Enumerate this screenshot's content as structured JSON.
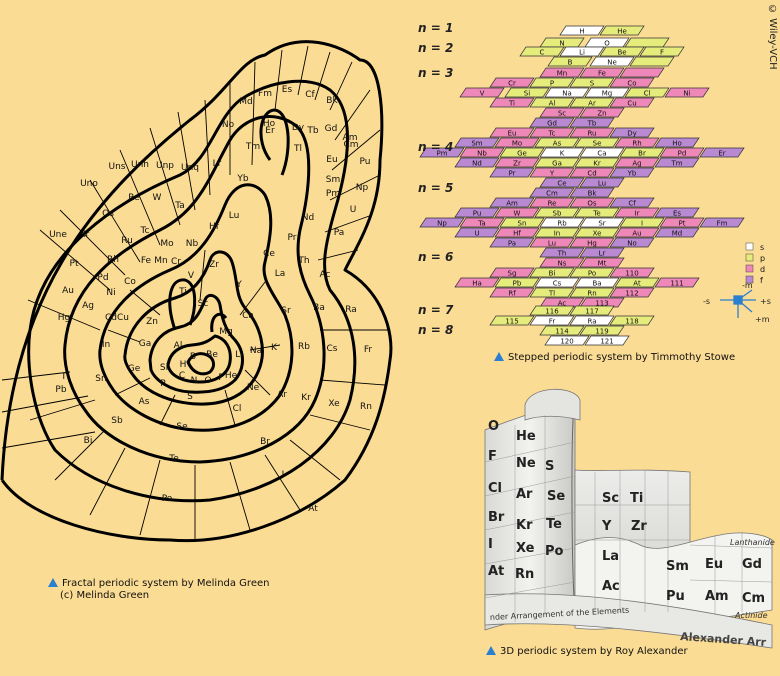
{
  "copyright": "© Wiley-VCH",
  "captions": {
    "fractal": "Fractal periodic system by Melinda Green",
    "fractal_credit": "(c) Melinda Green",
    "stepped": "Stepped periodic system by Timmothy Stowe",
    "threed": "3D periodic system by Roy Alexander"
  },
  "fractal_elements": [
    "Md",
    "Fm",
    "Es",
    "Cf",
    "Bk",
    "No",
    "Ho",
    "Dy",
    "Tb",
    "Gd",
    "Am",
    "Er",
    "Cm",
    "Tm",
    "Eu",
    "Pu",
    "Lr",
    "Yb",
    "Sm",
    "Np",
    "Uns",
    "Unh",
    "Unp",
    "Unq",
    "Pm",
    "U",
    "Uno",
    "Tl",
    "Lu",
    "Nd",
    "Pa",
    "Une",
    "Os",
    "Re",
    "W",
    "Ta",
    "Hf",
    "Pr",
    "Ir",
    "Ce",
    "Th",
    "Ru",
    "Tc",
    "Mo",
    "Nb",
    "Zr",
    "La",
    "Ac",
    "Pt",
    "Rh",
    "Fe",
    "Mn",
    "Cr",
    "V",
    "Y",
    "Pd",
    "Co",
    "Ti",
    "Au",
    "Ni",
    "Sc",
    "Ag",
    "Cu",
    "Ca",
    "Sr",
    "Ba",
    "Ra",
    "Hg",
    "Cd",
    "Zn",
    "Mg",
    "Tl",
    "In",
    "Ga",
    "Al",
    "Be",
    "Li",
    "Na",
    "K",
    "Rb",
    "Cs",
    "Fr",
    "Sn",
    "Ge",
    "Si",
    "B",
    "H",
    "He",
    "Ne",
    "Ar",
    "Kr",
    "Xe",
    "Rn",
    "Pb",
    "C",
    "N",
    "O",
    "F",
    "Cl",
    "Br",
    "I",
    "At",
    "Sb",
    "As",
    "P",
    "S",
    "Se",
    "Te",
    "Po",
    "Bi"
  ],
  "stepped": {
    "row_labels": [
      "n = 1",
      "n = 2",
      "n = 3",
      "n = 4",
      "n = 5",
      "n = 6",
      "n = 7",
      "n = 8"
    ],
    "legend": [
      "s",
      "p",
      "d",
      "f"
    ],
    "axis_labels": [
      "-m",
      "+s",
      "-s",
      "+m"
    ]
  },
  "threed": {
    "bottom_text": "nder Arrangement of the Elements",
    "brand": "Alexander Arr",
    "lanthanide": "Lanthanide",
    "actinide": "Actinide",
    "visible_symbols": [
      "He",
      "Ne",
      "Ar",
      "Kr",
      "Xe",
      "Rn",
      "F",
      "Cl",
      "Br",
      "I",
      "At",
      "O",
      "S",
      "Se",
      "Te",
      "Po",
      "Sc",
      "Ti",
      "Y",
      "Zr",
      "La",
      "Ac",
      "Sm",
      "Eu",
      "Gd",
      "Pu",
      "Am",
      "Cm"
    ]
  },
  "colors": {
    "background": "#fbdc94",
    "s_block": "#ffffff",
    "p_block": "#e6ec7c",
    "d_block": "#ee88b8",
    "f_block": "#b98ad2",
    "caption_triangle": "#2a7fd0"
  }
}
